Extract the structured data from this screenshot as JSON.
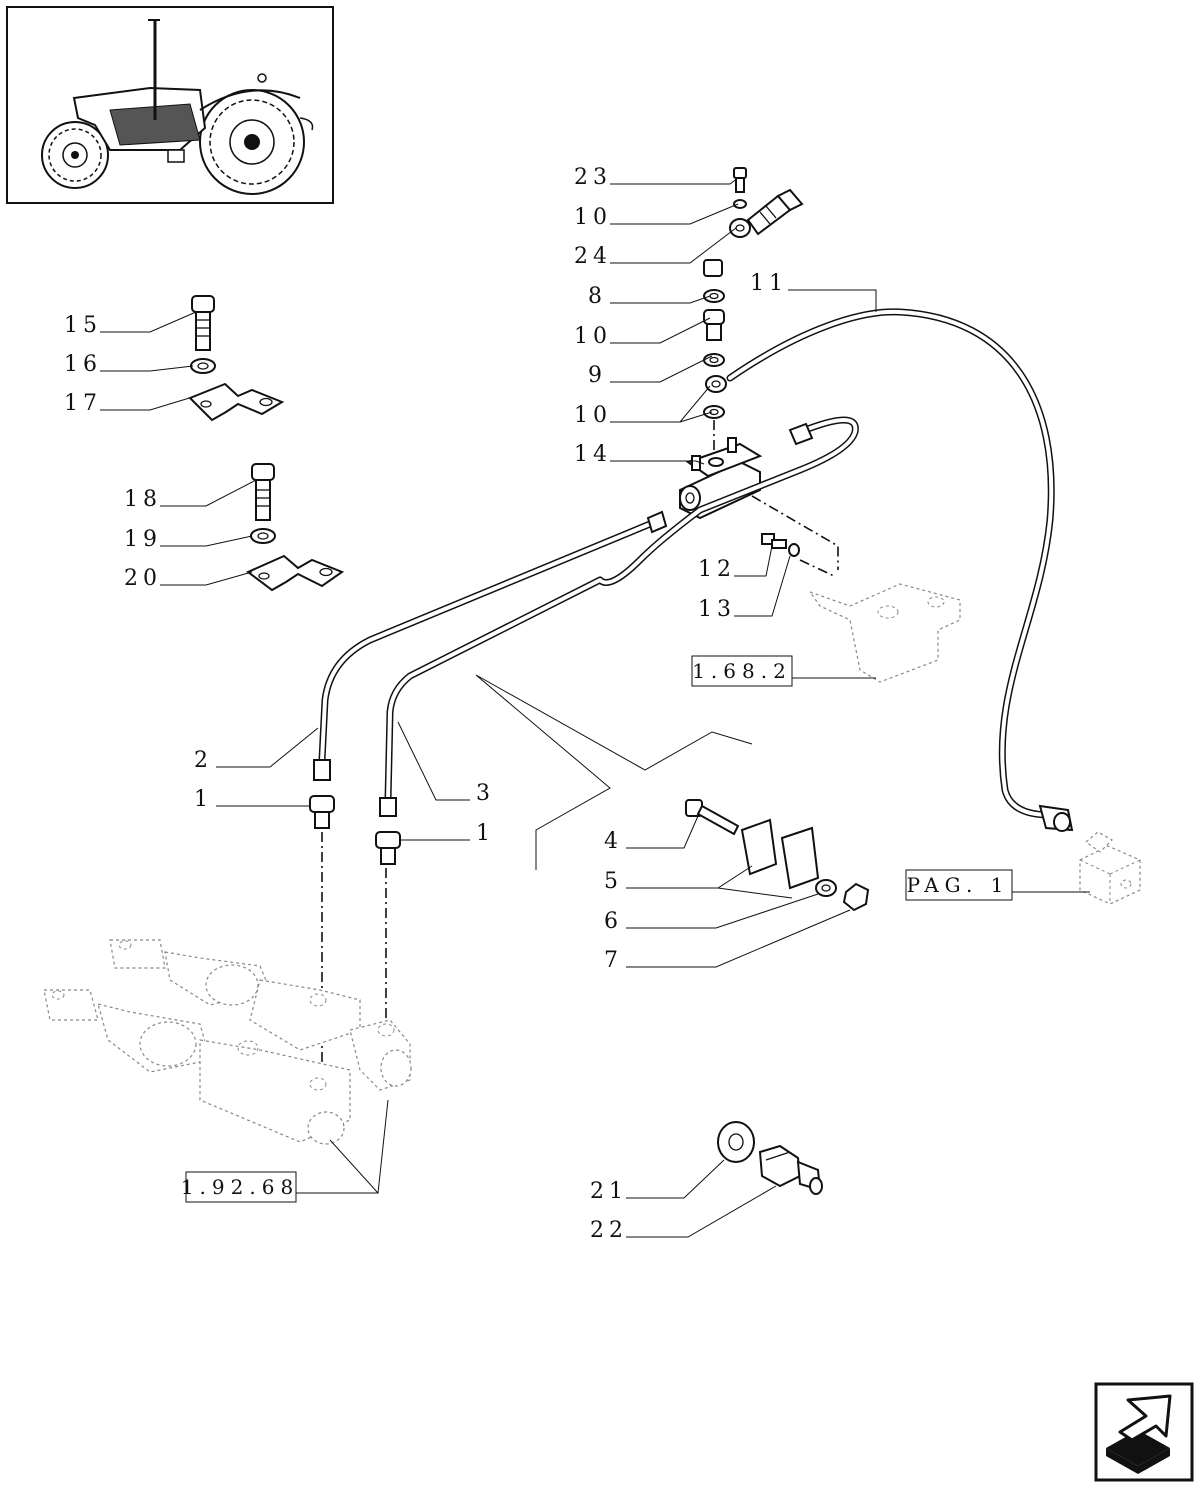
{
  "callouts": {
    "c23": "23",
    "c10a": "10",
    "c24": "24",
    "c8": "8",
    "c10b": "10",
    "c9": "9",
    "c10c": "10",
    "c14": "14",
    "c11": "11",
    "c15": "15",
    "c16": "16",
    "c17": "17",
    "c18": "18",
    "c19": "19",
    "c20": "20",
    "c12": "12",
    "c13": "13",
    "c2": "2",
    "c1a": "1",
    "c3": "3",
    "c1b": "1",
    "c4": "4",
    "c5": "5",
    "c6": "6",
    "c7": "7",
    "c21": "21",
    "c22": "22"
  },
  "references": {
    "ref_1_68_2": "1.68.2",
    "ref_pag_1": "PAG. 1",
    "ref_1_92_68": "1.92.68"
  },
  "thumbnail_icon": "tractor-icon",
  "navigation_icon": "next-page-arrow-icon"
}
